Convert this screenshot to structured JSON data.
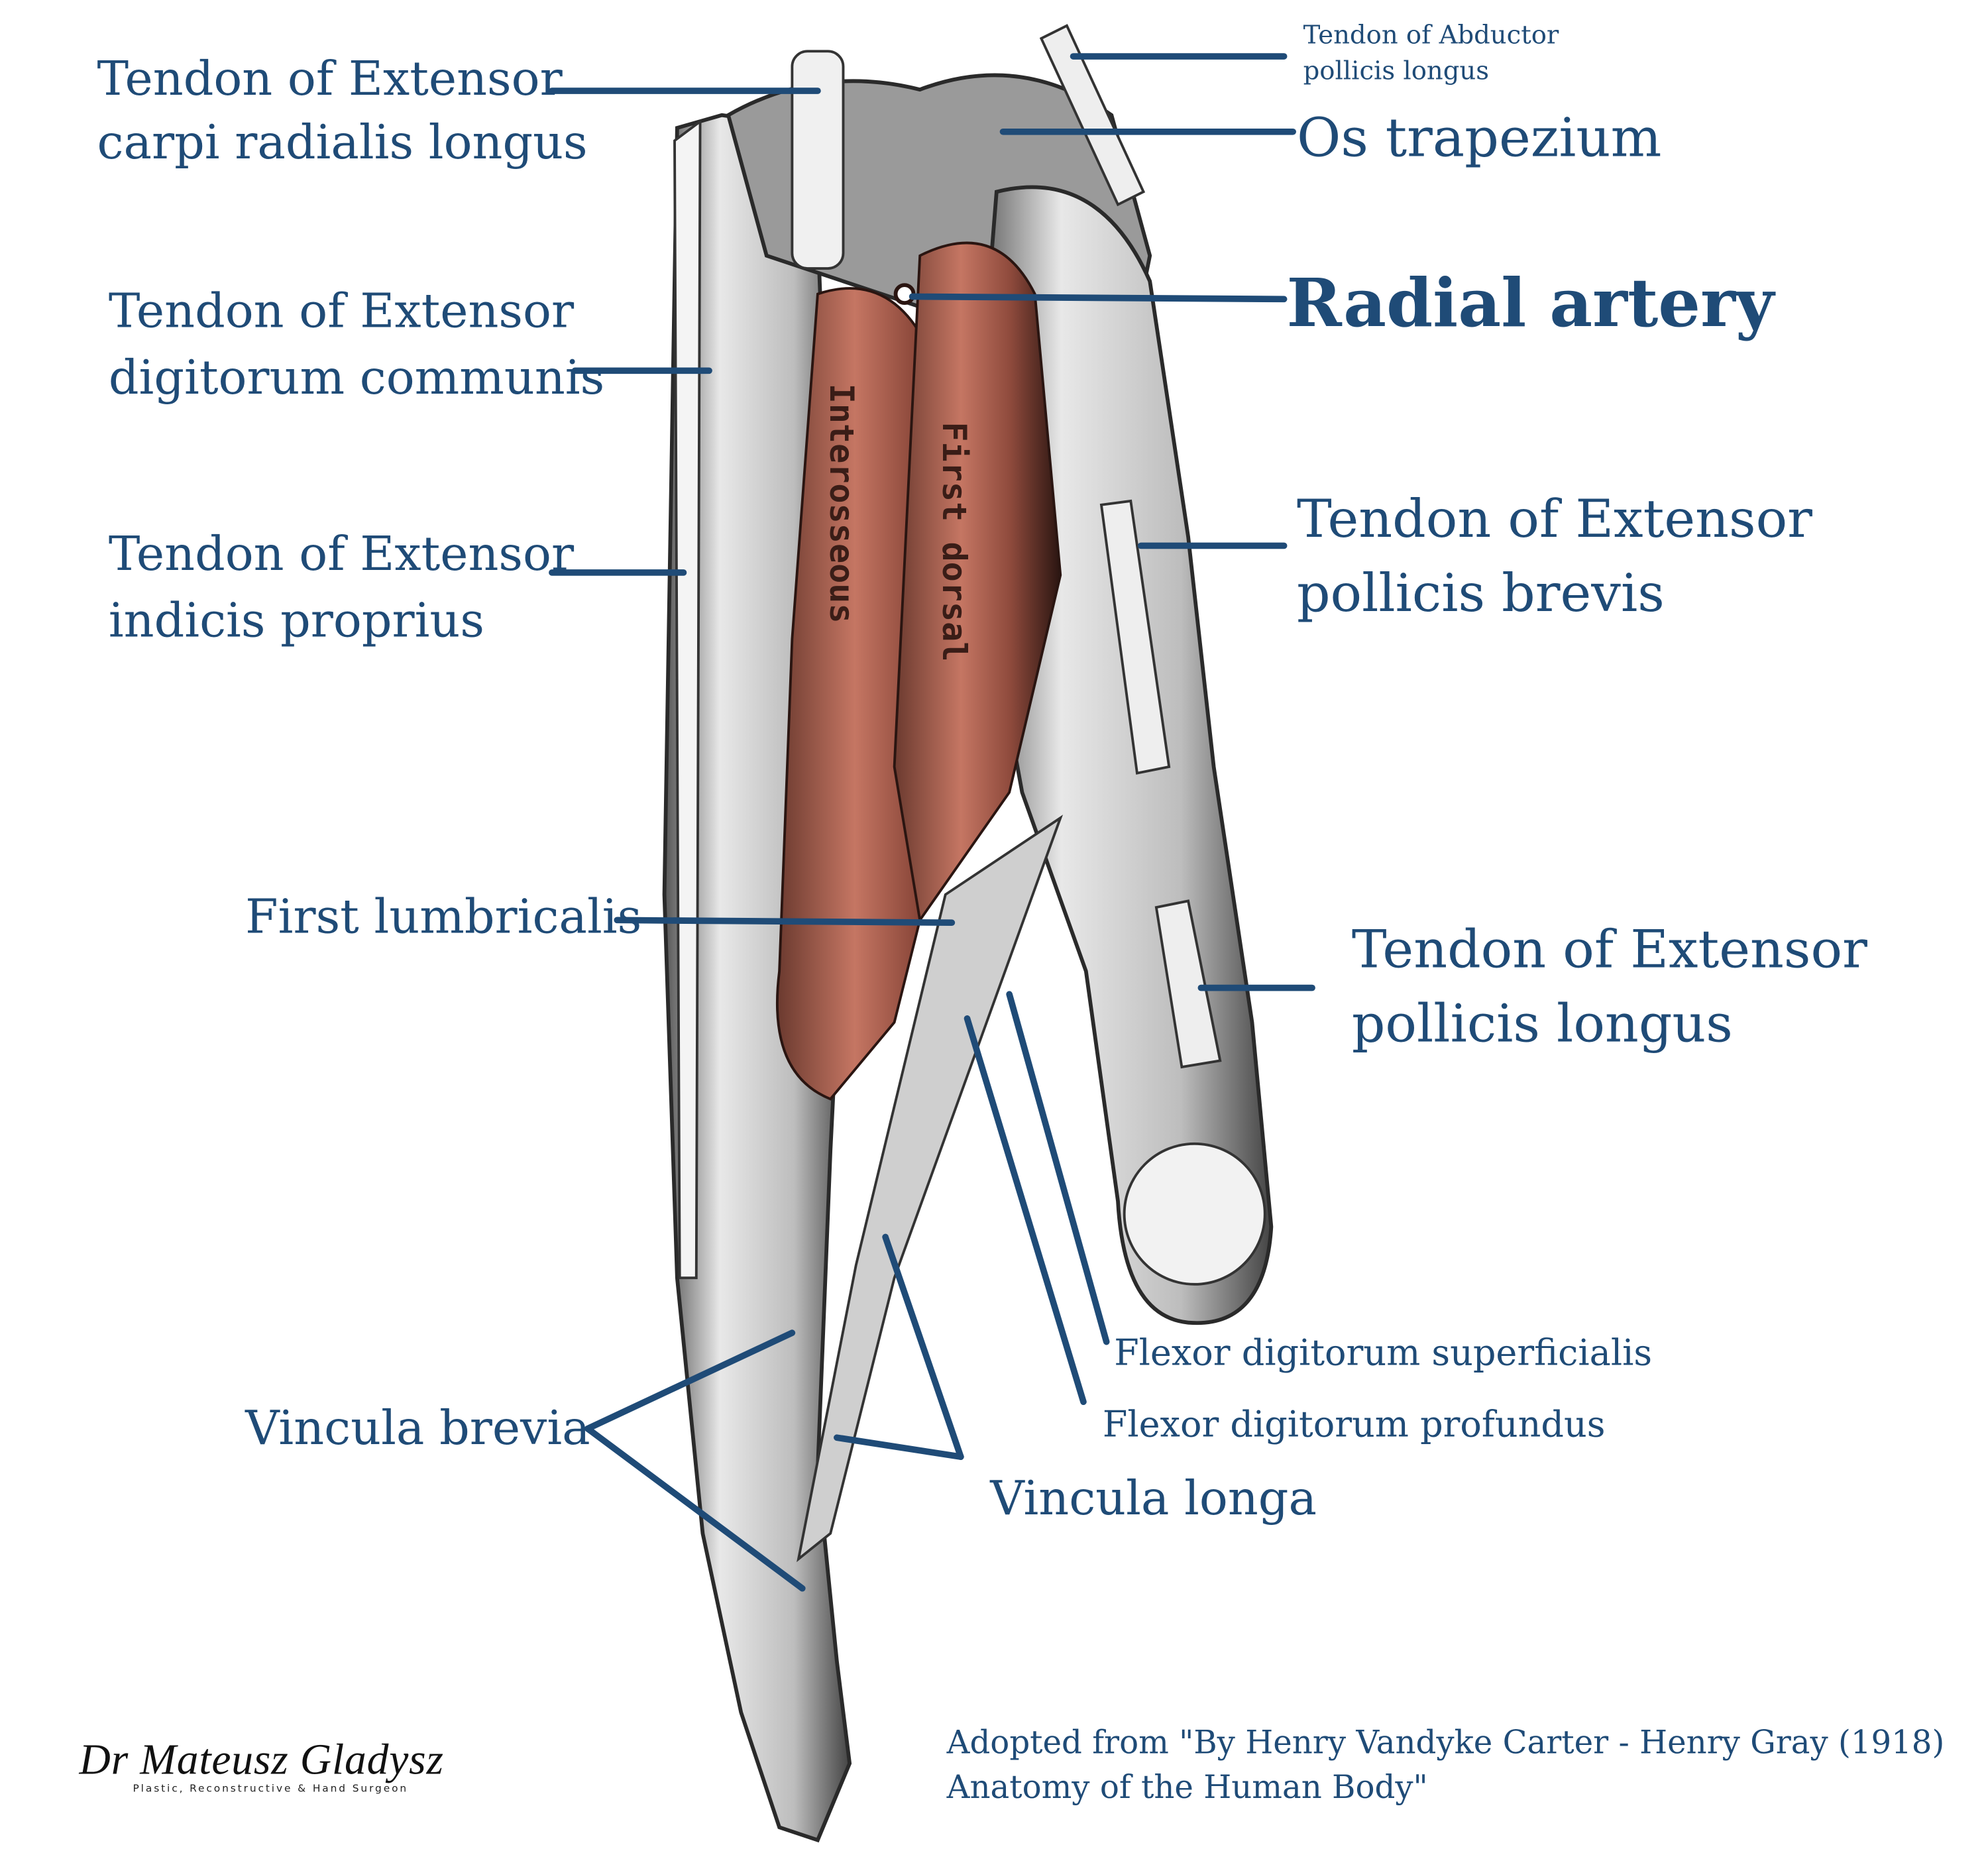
{
  "colors": {
    "label": "#1f4b77",
    "muscle": "#b4695a",
    "muscle_dark": "#3a1d17",
    "tendon": "#d9d9d9"
  },
  "labels": {
    "ecrl": [
      "Tendon of Extensor",
      "carpi radialis longus"
    ],
    "apl": [
      "Tendon of Abductor",
      "pollicis longus"
    ],
    "trapezium": "Os trapezium",
    "radial_artery": "Radial artery",
    "edc": [
      "Tendon of Extensor",
      "digitorum communis"
    ],
    "eip": [
      "Tendon of Extensor",
      "indicis proprius"
    ],
    "epb": [
      "Tendon of Extensor",
      "pollicis brevis"
    ],
    "lumbricalis": "First lumbricalis",
    "epl": [
      "Tendon of Extensor",
      "pollicis longus"
    ],
    "fds": "Flexor digitorum superficialis",
    "fdp": "Flexor digitorum profundus",
    "vincula_brevia": "Vincula brevia",
    "vincula_longa": "Vincula longa"
  },
  "muscle_labels": {
    "interosseous": "Interosseous",
    "first_dorsal": "First dorsal"
  },
  "attribution": [
    "Adopted from \"By Henry Vandyke Carter - Henry Gray (1918)",
    "Anatomy of the Human Body\""
  ],
  "signature": {
    "name": "Dr Mateusz Gladysz",
    "subtitle": "Plastic, Reconstructive & Hand Surgeon"
  }
}
